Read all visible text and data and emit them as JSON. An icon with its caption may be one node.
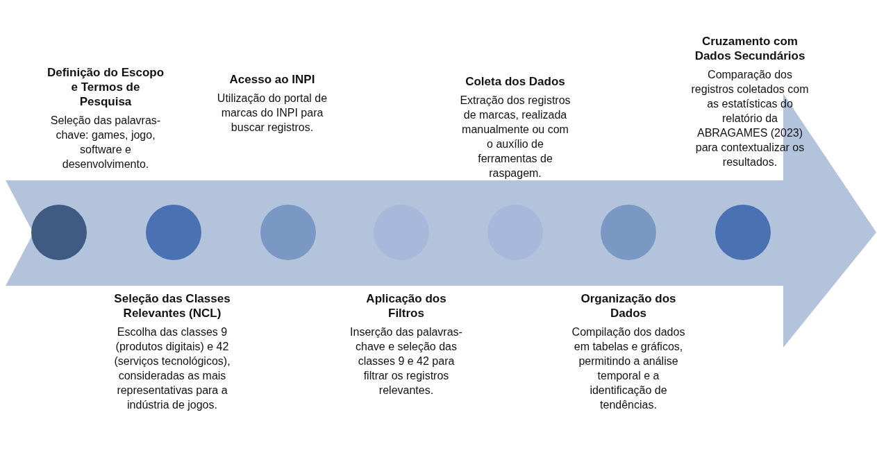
{
  "diagram": {
    "nodes": [
      {
        "text": [],
        "shape": "arrow"
      },
      {
        "text": [],
        "shape": "circle",
        "in": 0,
        "beside": [
          "Definição do Escopo e Termos de Pesquisa",
          "Seleção das palavras-chave: games, jogo, software e desenvolvimento."
        ]
      },
      {
        "text": [],
        "shape": "circle",
        "in": 0,
        "beside": [
          "Seleção das Classes Relevantes (NCL)",
          "Escolha das classes 9 (produtos digitais) e 42 (serviços tecnológicos), consideradas as mais representativas para a indústria de jogos."
        ]
      },
      {
        "text": [],
        "shape": "circle",
        "in": 0,
        "beside": [
          "Acesso ao INPI",
          "Utilização do portal de marcas do INPI para buscar registros."
        ]
      },
      {
        "text": [],
        "shape": "circle",
        "in": 0,
        "beside": [
          "Aplicação dos Filtros",
          "Inserção das palavras-chave e seleção das classes 9 e 42 para filtrar os registros relevantes."
        ]
      },
      {
        "text": [],
        "shape": "circle",
        "in": 0,
        "beside": [
          "Coleta dos Dados",
          "Extração dos registros de marcas, realizada manualmente ou com o auxílio de ferramentas de raspagem."
        ]
      },
      {
        "text": [],
        "shape": "circle",
        "in": 0,
        "beside": [
          "Organização dos Dados",
          "Compilação dos dados em tabelas e gráficos, permitindo a análise temporal e a identificação de tendências."
        ]
      },
      {
        "text": [],
        "shape": "circle",
        "in": 0,
        "beside": [
          "Cruzamento com Dados Secundários",
          "Comparação dos registros coletados com as estatísticas do relatório da ABRAGAMES (2023) para contextualizar os resultados."
        ]
      }
    ]
  }
}
